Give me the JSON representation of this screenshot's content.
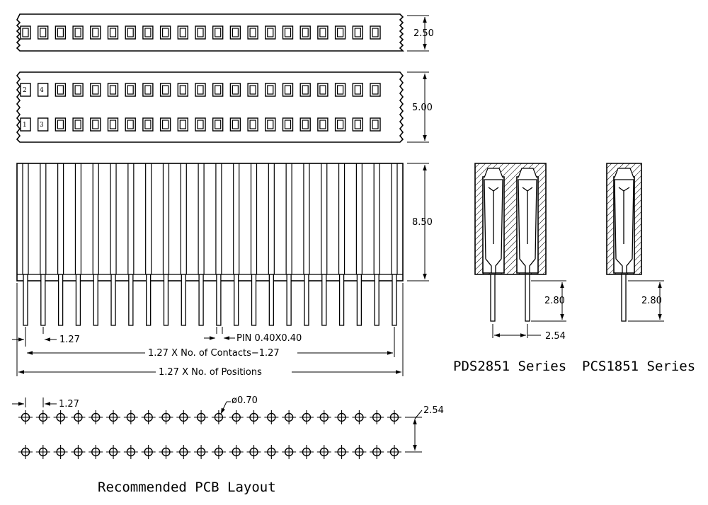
{
  "top_view_single": {
    "pin_count": 21,
    "dim_height": "2.50"
  },
  "top_view_double": {
    "pin_count_per_row": 21,
    "dim_height": "5.00",
    "pin_numbers": [
      "2",
      "4",
      "1",
      "3"
    ]
  },
  "side_view": {
    "pin_count": 22,
    "dim_height": "8.50",
    "dim_pitch": "1.27",
    "dim_pin": "PIN  0.40X0.40",
    "dim_contacts": "1.27 X No. of Contacts−1.27",
    "dim_positions": "1.27 X No. of Positions"
  },
  "section_pds": {
    "dim_tail": "2.80",
    "dim_pitch": "2.54",
    "caption": "PDS2851 Series"
  },
  "section_pcs": {
    "dim_tail": "2.80",
    "caption": "PCS1851 Series"
  },
  "pcb_layout": {
    "holes_per_row": 22,
    "rows": 2,
    "dim_pitch": "1.27",
    "dim_hole": "ø0.70",
    "dim_row": "2.54",
    "caption": "Recommended PCB Layout"
  }
}
